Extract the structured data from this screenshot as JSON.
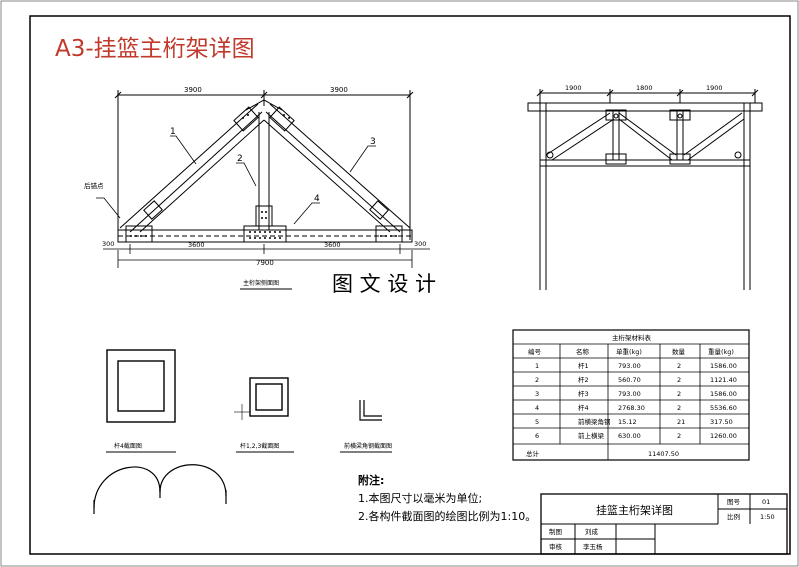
{
  "sheet": {
    "title": "A3-挂篮主桁架详图",
    "title_color": "#c0392b",
    "watermark": "图 文 设 计"
  },
  "main_truss": {
    "top_dims": [
      "3900",
      "3900"
    ],
    "bottom_dims": [
      "3600",
      "3600"
    ],
    "end_dims": [
      "300",
      "300"
    ],
    "overall_dim": "7900",
    "leaders": [
      "1",
      "2",
      "3",
      "4"
    ],
    "side_note": "后锚点",
    "view_label": "主桁架侧面图"
  },
  "front_view": {
    "dims": [
      "1900",
      "1800",
      "1900"
    ]
  },
  "sections": {
    "rod4_label": "杆4截面图",
    "rod123_label": "杆1,2,3截面图",
    "angle_label": "前横梁角钢截面图"
  },
  "material_table": {
    "caption": "主桁架材料表",
    "headers": [
      "编号",
      "名称",
      "单重(kg)",
      "数量",
      "重量(kg)"
    ],
    "rows": [
      [
        "1",
        "杆1",
        "793.00",
        "2",
        "1586.00"
      ],
      [
        "2",
        "杆2",
        "560.70",
        "2",
        "1121.40"
      ],
      [
        "3",
        "杆3",
        "793.00",
        "2",
        "1586.00"
      ],
      [
        "4",
        "杆4",
        "2768.30",
        "2",
        "5536.60"
      ],
      [
        "5",
        "前横梁角钢",
        "15.12",
        "21",
        "317.50"
      ],
      [
        "6",
        "前上横梁",
        "630.00",
        "2",
        "1260.00"
      ]
    ],
    "total_label": "总计",
    "total_value": "11407.50"
  },
  "notes": {
    "heading": "附注:",
    "lines": [
      "1.本图尺寸以毫米为单位;",
      "2.各构件截面图的绘图比例为1:10。"
    ]
  },
  "title_block": {
    "drawing_name": "挂篮主桁架详图",
    "sheet_no_label": "图号",
    "sheet_no": "01",
    "scale_label": "比例",
    "scale": "1:50",
    "design_label": "制图",
    "design_name": "刘成",
    "review_label": "审核",
    "review_name": "李玉杨"
  }
}
